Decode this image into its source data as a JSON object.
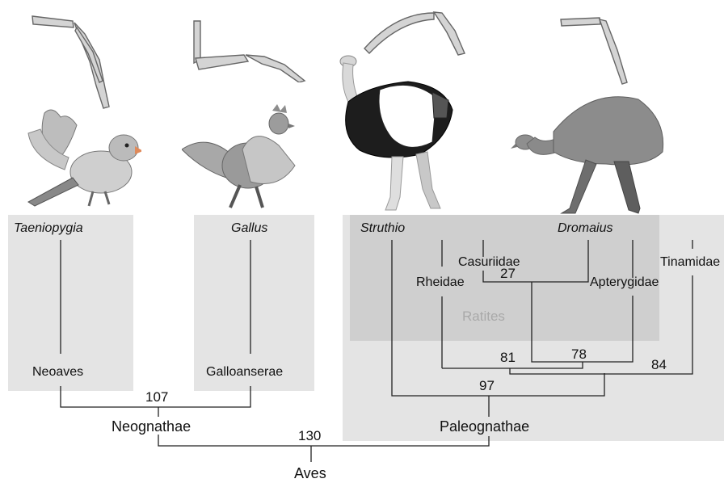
{
  "genera": {
    "taeniopygia": "Taeniopygia",
    "gallus": "Gallus",
    "struthio": "Struthio",
    "dromaius": "Dromaius"
  },
  "clades": {
    "neoaves": "Neoaves",
    "galloanserae": "Galloanserae",
    "casuriidae": "Casuriidae",
    "rheidae": "Rheidae",
    "apterygidae": "Apterygidae",
    "tinamidae": "Tinamidae",
    "ratites": "Ratites",
    "neognathae": "Neognathae",
    "paleognathae": "Paleognathae",
    "aves": "Aves"
  },
  "node_values": {
    "neognathae": "107",
    "aves": "130",
    "paleognathae": "97",
    "rheid_node": "81",
    "kiwi_node": "78",
    "tinamou_node": "84",
    "casuary_node": "27"
  },
  "icons": [
    "finch-wing-icon",
    "chicken-wing-icon",
    "ostrich-wing-icon",
    "emu-wing-icon",
    "zebra-finch-icon",
    "chicken-icon",
    "ostrich-icon",
    "emu-icon"
  ],
  "colors": {
    "panel": "#e4e4e4",
    "ratites_box": "#cfcfcf",
    "line": "#222222"
  }
}
